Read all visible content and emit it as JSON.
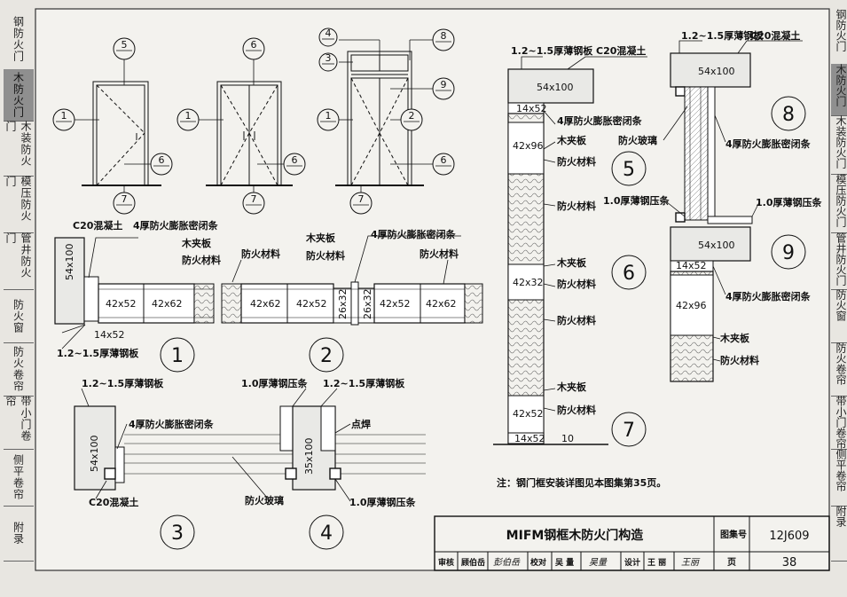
{
  "sidebar": {
    "items": [
      {
        "label": "钢防火门",
        "active": false
      },
      {
        "label": "木防火门",
        "active": true
      },
      {
        "label": "木装防火门",
        "active": false
      },
      {
        "label": "模压防火门",
        "active": false
      },
      {
        "label": "管井防火门",
        "active": false
      },
      {
        "label": "防火窗",
        "active": false
      },
      {
        "label": "防火卷帘",
        "active": false
      },
      {
        "label": "带小门卷帘",
        "active": false
      },
      {
        "label": "侧平卷帘",
        "active": false
      },
      {
        "label": "附录",
        "active": false
      }
    ]
  },
  "right_tabs": [
    "钢防火门",
    "木防火门",
    "木装防火门",
    "模压防火门",
    "管井防火门",
    "防火窗",
    "防火卷帘",
    "带小门卷帘",
    "侧平卷帘",
    "附录"
  ],
  "callouts": [
    "1",
    "2",
    "3",
    "4",
    "5",
    "6",
    "7",
    "8",
    "9"
  ],
  "labels": {
    "c20": "C20混凝土",
    "steel_plate": "1.2~1.5厚薄钢板",
    "seal_strip": "4厚防火膨胀密闭条",
    "wood_board": "木夹板",
    "fire_material": "防火材料",
    "press_strip": "1.0厚薄钢压条",
    "fire_glass": "防火玻璃",
    "spot_weld": "点焊",
    "d_54x100": "54x100",
    "d_42x52": "42x52",
    "d_42x62": "42x62",
    "d_26x32": "26x32",
    "d_14x52": "14x52",
    "d_35x100": "35x100",
    "d_42x96": "42x96",
    "d_42x32": "42x32",
    "d_10": "10",
    "note": "注：钢门框安装详图见本图集第35页。"
  },
  "title_block": {
    "title": "MIFM钢框木防火门构造",
    "atlas_label": "图集号",
    "atlas_no": "12J609",
    "review_label": "审核",
    "reviewer": "顾伯岳",
    "reviewer_sig": "彭伯岳",
    "check_label": "校对",
    "checker": "吴 量",
    "checker_sig": "吴量",
    "design_label": "设计",
    "designer": "王 丽",
    "designer_sig": "王丽",
    "page_label": "页",
    "page_no": "38"
  }
}
